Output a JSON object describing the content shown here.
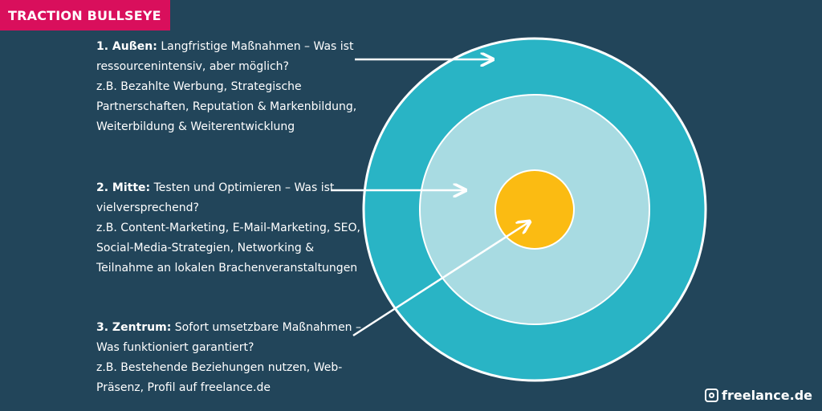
{
  "title": "TRACTION BULLSEYE",
  "colors": {
    "background": "#22455a",
    "banner": "#d90f5c",
    "outer_ring": "#29b4c5",
    "middle_ring": "#a8dbe2",
    "center": "#fbbb12",
    "ring_border": "#ffffff",
    "arrow": "#ffffff"
  },
  "sections": [
    {
      "heading": "1. Außen:",
      "question": "Langfristige Maßnahmen – Was ist ressourcenintensiv, aber möglich?",
      "examples": "z.B. Bezahlte Werbung, Strategische Partnerschaften, Reputation & Markenbildung, Weiterbildung & Weiterentwicklung"
    },
    {
      "heading": "2. Mitte:",
      "question": "Testen und Optimieren – Was ist vielversprechend?",
      "examples": "z.B. Content-Marketing, E-Mail-Marketing, SEO, Social-Media-Strategien, Networking & Teilnahme an lokalen Brachenveranstaltungen"
    },
    {
      "heading": "3. Zentrum:",
      "question": "Sofort umsetzbare Maßnahmen – Was funktioniert garantiert?",
      "examples": "z.B. Bestehende Beziehungen nutzen, Web-Präsenz, Profil auf freelance.de"
    }
  ],
  "logo": {
    "text": "freelance.de",
    "icon": "freelance-logo-icon"
  }
}
